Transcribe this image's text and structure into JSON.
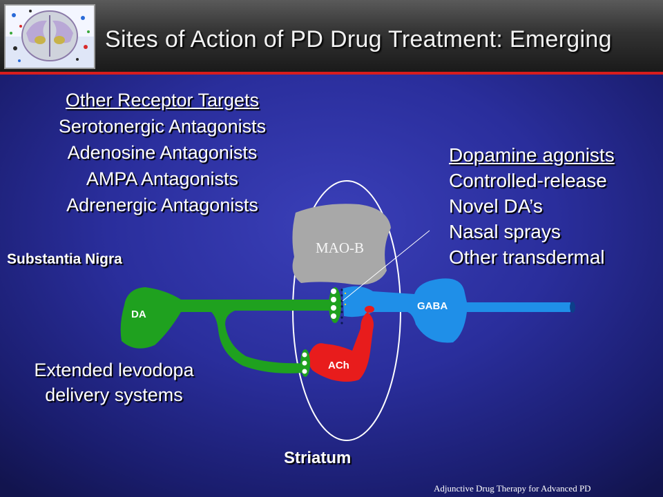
{
  "header": {
    "title": "Sites of Action of PD Drug Treatment: Emerging"
  },
  "left_top": {
    "heading": "Other Receptor Targets",
    "items": [
      "Serotonergic Antagonists",
      "Adenosine Antagonists",
      "AMPA Antagonists",
      "Adrenergic Antagonists"
    ]
  },
  "right_top": {
    "heading": "Dopamine agonists",
    "items": [
      "Controlled-release",
      "Novel DA’s",
      "Nasal sprays",
      "Other transdermal"
    ]
  },
  "labels": {
    "substantia_nigra": "Substantia Nigra",
    "extended_line1": "Extended levodopa",
    "extended_line2": "delivery systems",
    "striatum": "Striatum",
    "mao_b": "MAO-B",
    "da": "DA",
    "gaba": "GABA",
    "ach": "ACh"
  },
  "colors": {
    "da_neuron": "#1fa11f",
    "gaba_neuron": "#1f8fe8",
    "ach_neuron": "#e81c1c",
    "mao_b_blob": "#a8a8a8",
    "header_rule": "#d81d1d"
  },
  "footer": {
    "text": "Adjunctive Drug Therapy for Advanced PD"
  }
}
